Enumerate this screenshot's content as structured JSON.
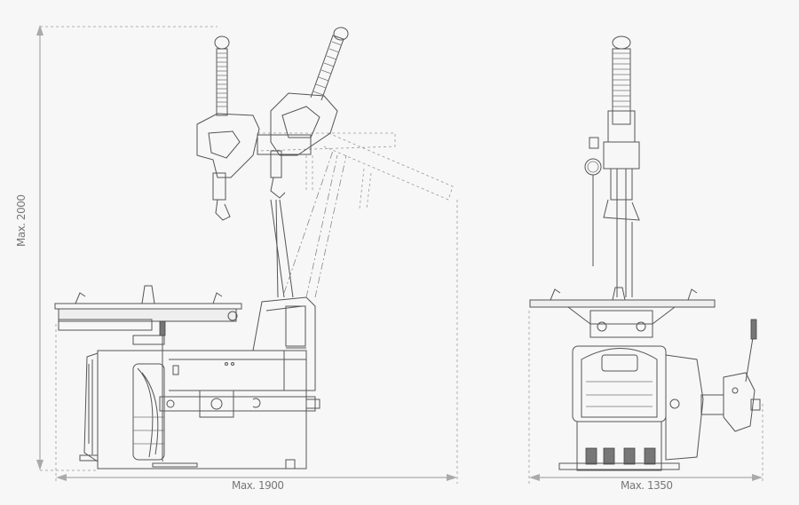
{
  "dimensions": {
    "height_label": "Max. 2000",
    "length_label": "Max. 1900",
    "width_label": "Max. 1350"
  },
  "colors": {
    "background": "#f7f7f7",
    "line": "#555555",
    "dimension": "#aaaaaa"
  }
}
